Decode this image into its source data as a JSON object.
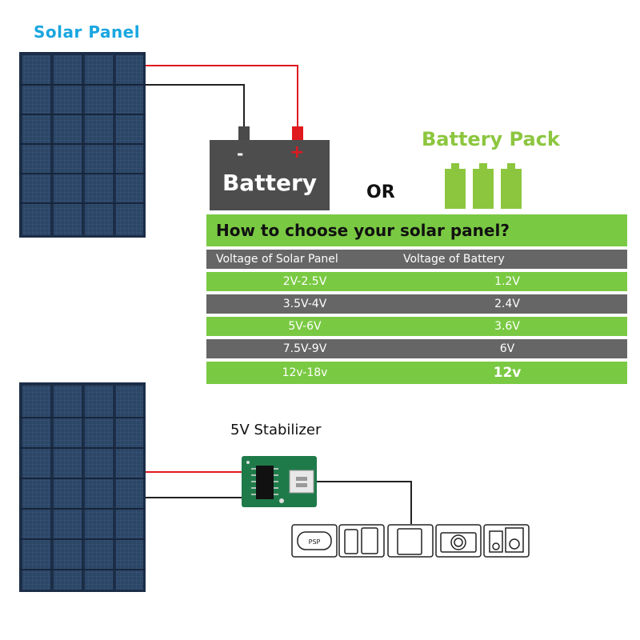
{
  "labels": {
    "solar_panel": "Solar Panel",
    "battery": "Battery",
    "minus_sign": "-",
    "plus_sign": "+",
    "or": "OR",
    "battery_pack": "Battery Pack",
    "stabilizer": "5V Stabilizer"
  },
  "table": {
    "title": "How to choose your solar panel?",
    "headers": [
      "Voltage of Solar Panel",
      "Voltage of Battery"
    ],
    "rows": [
      [
        "2V-2.5V",
        "1.2V"
      ],
      [
        "3.5V-4V",
        "2.4V"
      ],
      [
        "5V-6V",
        "3.6V"
      ],
      [
        "7.5V-9V",
        "6V"
      ],
      [
        "12v-18v",
        "12v"
      ]
    ]
  },
  "devices": [
    "psp-icon",
    "phone-icon",
    "tablet-icon",
    "camera-icon",
    "media-player-icon"
  ],
  "colors": {
    "title_blue": "#1aa6e0",
    "green": "#7ac943",
    "gray": "#666666",
    "wire_red": "#e0191f",
    "panel_blue": "#2f4a6e"
  }
}
